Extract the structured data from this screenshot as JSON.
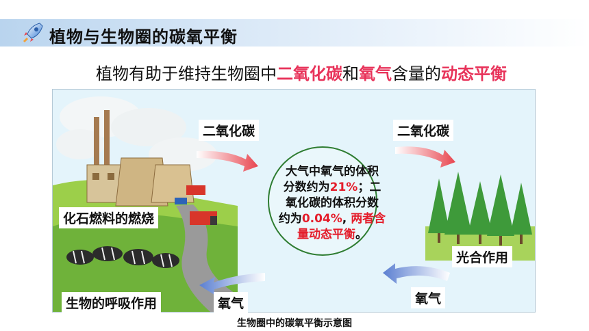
{
  "header": {
    "title": "植物与生物圈的碳氧平衡",
    "icon": "rocket-icon"
  },
  "subtitle": {
    "part1": "植物有助于维持生物圈中",
    "hl1": "二氧化碳",
    "part2": "和",
    "hl2": "氧气",
    "part3": "含量的",
    "hl3": "动态平衡"
  },
  "diagram": {
    "label_co2_left": "二氧化碳",
    "label_co2_right": "二氧化碳",
    "label_fossil": "化石燃料的燃烧",
    "label_photosynthesis": "光合作用",
    "label_respiration": "生物的呼吸作用",
    "label_o2_left": "氧气",
    "label_o2_right": "氧气",
    "circle": {
      "l1": "大气中氧气的体积",
      "l2a": "分数约为",
      "l2b": "21%",
      "l2c": "；二",
      "l3": "氧化碳的体积分数",
      "l4a": "约为",
      "l4b": "0.04%",
      "l4c": ", ",
      "l4d": "两者含",
      "l5a": "量动态平衡",
      "l5b": "。"
    },
    "colors": {
      "arrow_red": "#e8454f",
      "arrow_blue": "#5b7fd1",
      "highlight": "#e41d2b"
    }
  },
  "caption": "生物圈中的碳氧平衡示意图"
}
